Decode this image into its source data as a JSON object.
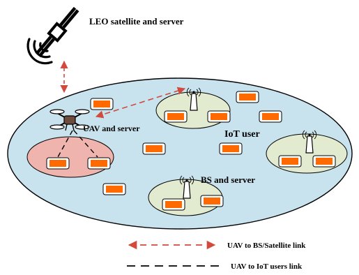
{
  "labels": {
    "satellite": "LEO satellite and server",
    "uav": "UAV and server",
    "iot_user": "IoT user",
    "bs": "BS and server"
  },
  "legend": {
    "uav_bs_link": "UAV to BS/Satellite link",
    "uav_iot_link": "UAV to IoT users link"
  },
  "colors": {
    "ground": "#c8e3ee",
    "bs_zone": "#e2ebd0",
    "uav_zone": "#f0b4ae",
    "device": "#ff6a00",
    "link_red": "#d24a3c"
  },
  "icons": {
    "satellite": "satellite-icon",
    "uav": "drone-icon",
    "bs": "antenna-tower-icon",
    "device": "iot-device-icon"
  }
}
